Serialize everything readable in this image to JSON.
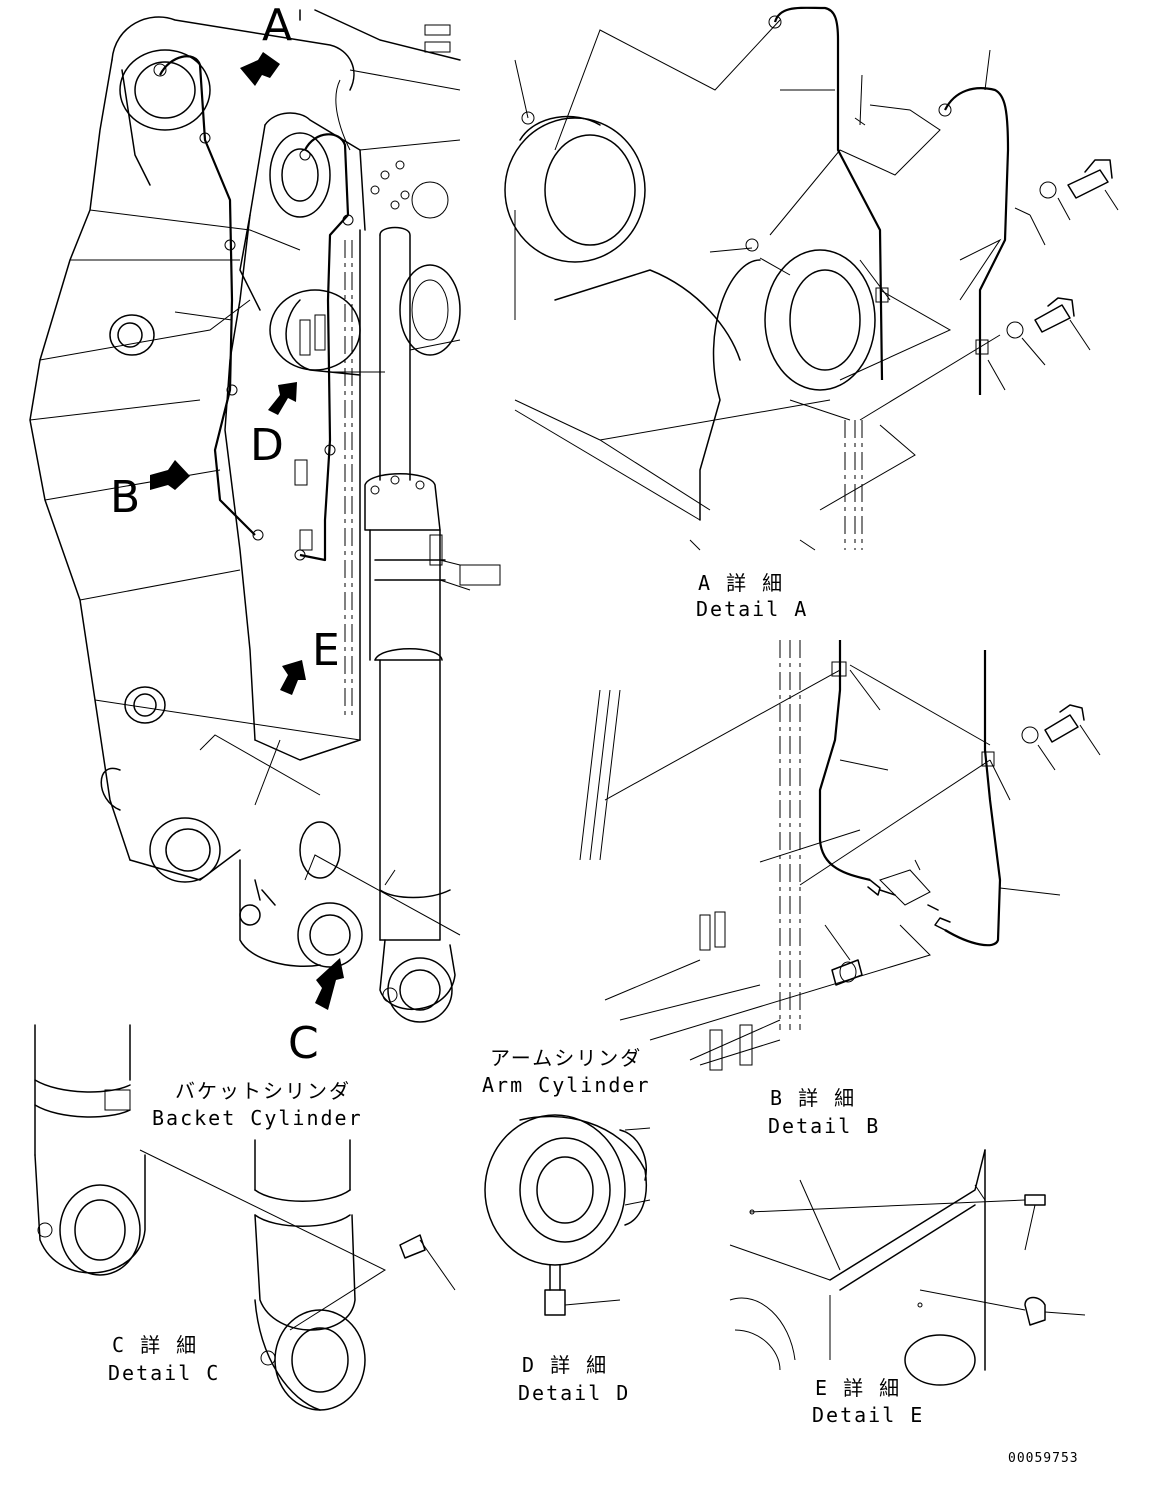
{
  "callout_letters": {
    "a": "A",
    "b": "B",
    "c": "C",
    "d": "D",
    "e": "E"
  },
  "detail_labels": {
    "a": {
      "jp": "A 詳 細",
      "en": "Detail A"
    },
    "b": {
      "jp": "B 詳 細",
      "en": "Detail B"
    },
    "c": {
      "jp": "C 詳 細",
      "en": "Detail C"
    },
    "d": {
      "jp": "D 詳 細",
      "en": "Detail D"
    },
    "e": {
      "jp": "E 詳 細",
      "en": "Detail E"
    }
  },
  "cylinder_labels": {
    "bucket": {
      "jp": "バケットシリンダ",
      "en": "Backet Cylinder"
    },
    "arm": {
      "jp": "アームシリンダ",
      "en": "Arm Cylinder"
    }
  },
  "drawing_number": "00059753"
}
